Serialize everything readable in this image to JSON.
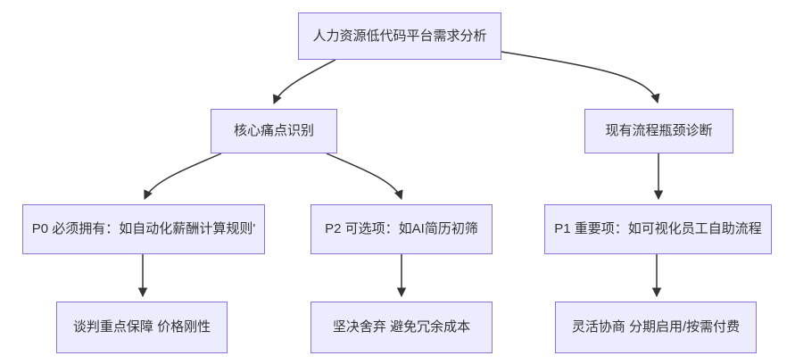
{
  "diagram": {
    "type": "flowchart",
    "direction": "top-down",
    "colors": {
      "node_fill": "#ECECFF",
      "node_border": "#9370DB",
      "edge": "#333333",
      "text": "#333333",
      "background": "#FFFFFF"
    },
    "nodes": [
      {
        "id": "root",
        "label": "人力资源低代码平台需求分析"
      },
      {
        "id": "pain",
        "label": "核心痛点识别"
      },
      {
        "id": "bottleneck",
        "label": "现有流程瓶颈诊断"
      },
      {
        "id": "p0",
        "label": "P0 必须拥有：如自动化薪酬计算规则'"
      },
      {
        "id": "p2",
        "label": "P2 可选项：如AI简历初筛"
      },
      {
        "id": "p1",
        "label": "P1 重要项：如可视化员工自助流程"
      },
      {
        "id": "b1",
        "label": "谈判重点保障 价格刚性"
      },
      {
        "id": "b2",
        "label": "坚决舍弃 避免冗余成本"
      },
      {
        "id": "b3",
        "label": "灵活协商 分期启用/按需付费"
      }
    ],
    "edges": [
      {
        "from": "root",
        "to": "pain"
      },
      {
        "from": "root",
        "to": "bottleneck"
      },
      {
        "from": "pain",
        "to": "p0"
      },
      {
        "from": "pain",
        "to": "p2"
      },
      {
        "from": "bottleneck",
        "to": "p1"
      },
      {
        "from": "p0",
        "to": "b1"
      },
      {
        "from": "p2",
        "to": "b2"
      },
      {
        "from": "p1",
        "to": "b3"
      }
    ]
  }
}
